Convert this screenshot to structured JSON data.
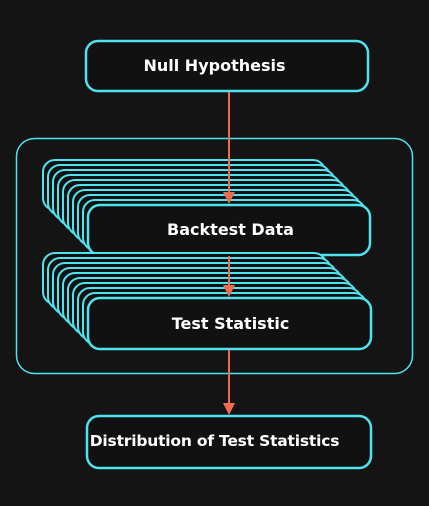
{
  "diagram": {
    "nodes": {
      "null_hypothesis": "Null Hypothesis",
      "backtest_data": "Backtest Data",
      "test_statistic": "Test Statistic",
      "distribution": "Distribution of Test Statistics"
    },
    "colors": {
      "background": "#141414",
      "node_fill": "#111111",
      "node_border": "#4fe3f0",
      "arrow": "#f26a4f",
      "text": "#ffffff"
    }
  }
}
